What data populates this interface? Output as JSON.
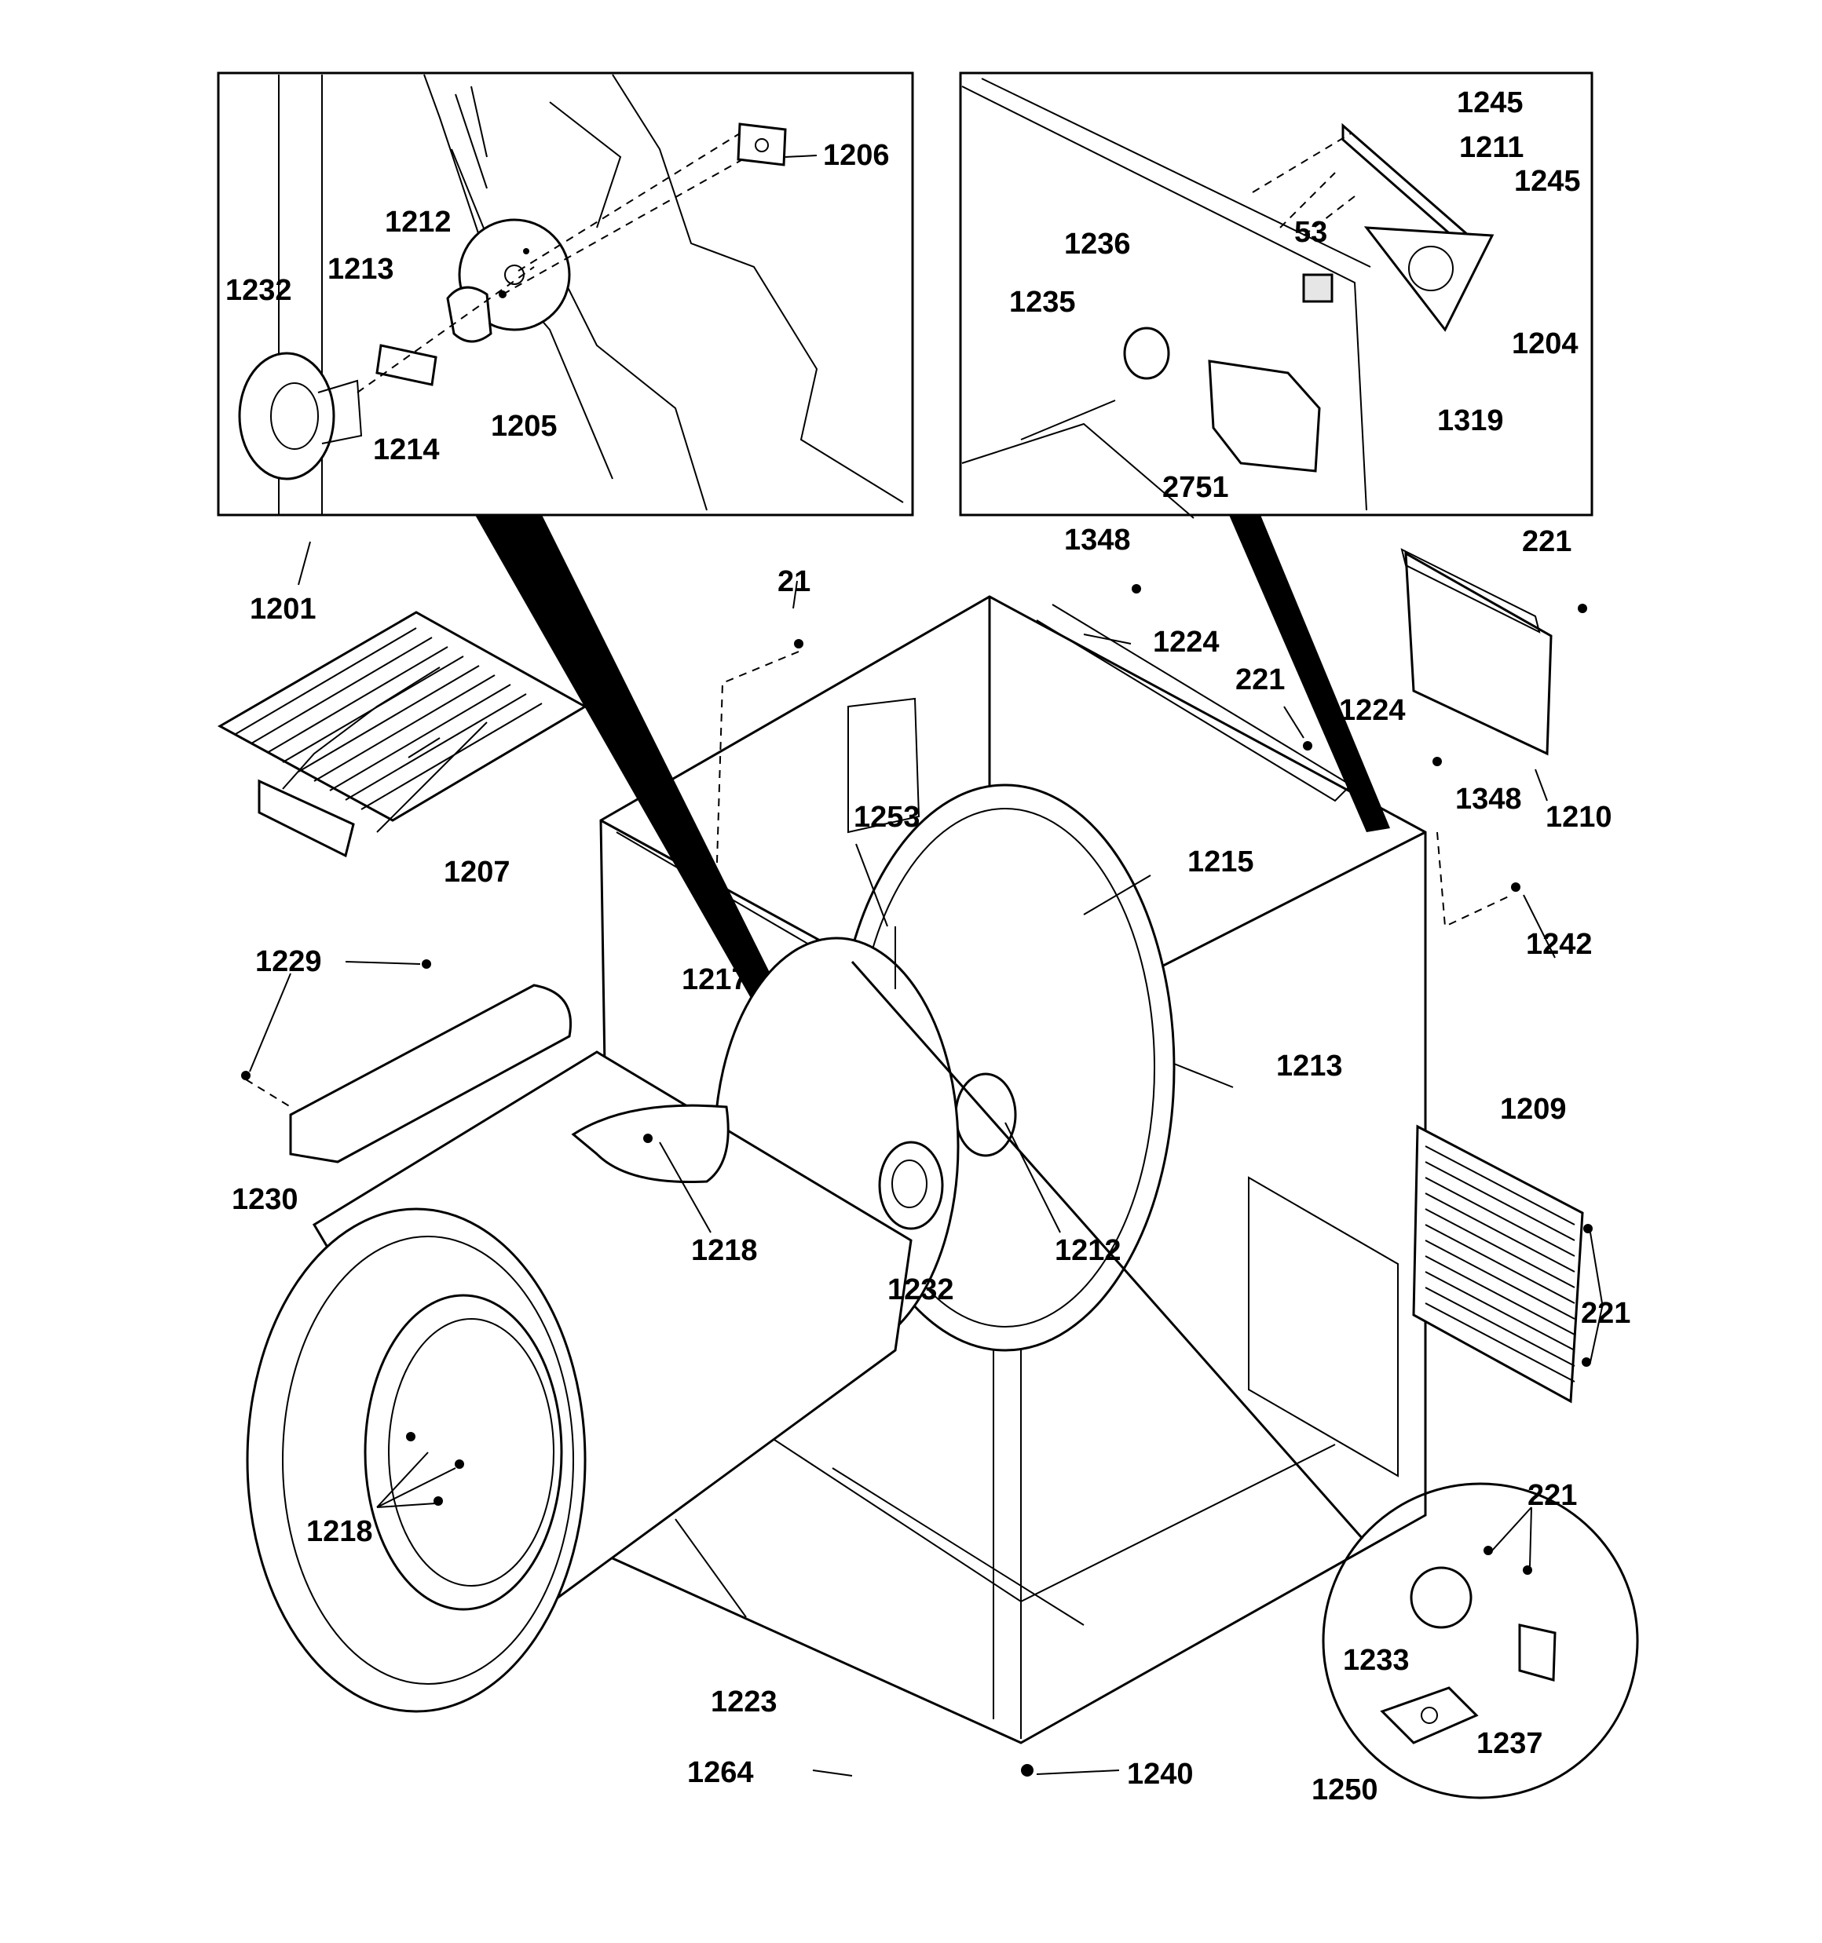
{
  "diagram": {
    "labels": {
      "l1201": "1201",
      "l1206": "1206",
      "l1212a": "1212",
      "l1213a": "1213",
      "l1232a": "1232",
      "l1214": "1214",
      "l1205": "1205",
      "l1245a": "1245",
      "l1211": "1211",
      "l1245b": "1245",
      "l1236": "1236",
      "l53": "53",
      "l1235": "1235",
      "l1204": "1204",
      "l1319": "1319",
      "l2751": "2751",
      "l1348a": "1348",
      "l21": "21",
      "l1224a": "1224",
      "l221a": "221",
      "l221b": "221",
      "l1224b": "1224",
      "l1348b": "1348",
      "l1210": "1210",
      "l1207": "1207",
      "l1253": "1253",
      "l1215": "1215",
      "l1242": "1242",
      "l1229": "1229",
      "l1217": "1217",
      "l1213b": "1213",
      "l1209": "1209",
      "l1230": "1230",
      "l1218a": "1218",
      "l1212b": "1212",
      "l1232b": "1232",
      "l221c": "221",
      "l221d": "221",
      "l1218b": "1218",
      "l1233": "1233",
      "l1223": "1223",
      "l1237": "1237",
      "l1264": "1264",
      "l1240": "1240",
      "l1250": "1250"
    }
  }
}
